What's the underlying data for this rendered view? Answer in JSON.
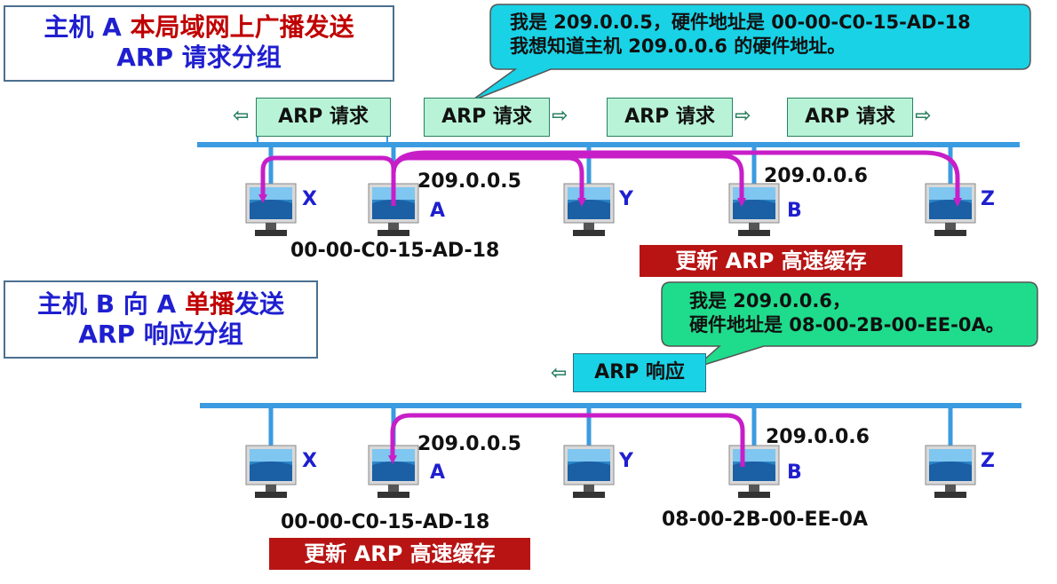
{
  "top": {
    "title_line1_a": "主机 A ",
    "title_line1_b": "本局域网上广播发送",
    "title_line2": "ARP 请求分组",
    "callout_line1": "我是 209.0.0.5，硬件地址是 00-00-C0-15-AD-18",
    "callout_line2": "我想知道主机 209.0.0.6 的硬件地址。",
    "packets": [
      "ARP 请求",
      "ARP 请求",
      "ARP 请求",
      "ARP 请求"
    ],
    "hosts": [
      "X",
      "A",
      "Y",
      "B",
      "Z"
    ],
    "ip_a": "209.0.0.5",
    "ip_b": "209.0.0.6",
    "mac_a": "00-00-C0-15-AD-18",
    "update_label": "更新 ARP 高速缓存"
  },
  "bottom": {
    "title_line1_a": "主机 B 向 A ",
    "title_line1_b": "单播",
    "title_line1_c": "发送",
    "title_line2": "ARP 响应分组",
    "callout_line1": "我是 209.0.0.6，",
    "callout_line2": "硬件地址是 08-00-2B-00-EE-0A。",
    "packet": "ARP 响应",
    "hosts": [
      "X",
      "A",
      "Y",
      "B",
      "Z"
    ],
    "ip_a": "209.0.0.5",
    "ip_b": "209.0.0.6",
    "mac_a": "00-00-C0-15-AD-18",
    "mac_b": "08-00-2B-00-EE-0A",
    "update_label": "更新 ARP 高速缓存"
  },
  "colors": {
    "bus": "#3b9be0",
    "flow": "#c81ec8",
    "callout_top": "#19d2e6",
    "callout_bottom": "#1fdc8c",
    "update_bg": "#b81414"
  }
}
